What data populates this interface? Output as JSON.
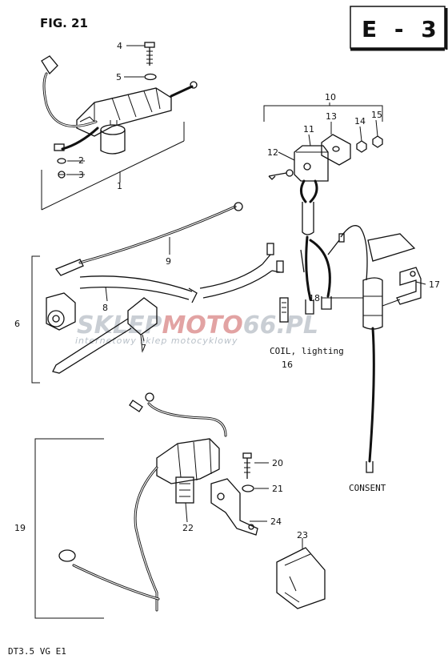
{
  "figure": {
    "title": "FIG. 21",
    "section": "E - 3"
  },
  "footer": {
    "model": "DT3.5 VG E1"
  },
  "captions": {
    "coil": "COIL, lighting",
    "consent": "CONSENT"
  },
  "watermark": {
    "brand_grey_a": "SKLEP",
    "brand_red": "MOTO",
    "brand_grey_b": "66",
    "brand_suffix": ".PL",
    "tagline": "internetowy sklep motocyklowy",
    "colors": {
      "grey": "#c9ced4",
      "red": "#e2a3a3"
    }
  },
  "labels": {
    "p1": "1",
    "p2": "2",
    "p3": "3",
    "p4": "4",
    "p5": "5",
    "p6": "6",
    "p7": "7",
    "p8": "8",
    "p9": "9",
    "p10": "10",
    "p11": "11",
    "p12": "12",
    "p13": "13",
    "p14": "14",
    "p15": "15",
    "p16": "16",
    "p17": "17",
    "p18": "18",
    "p19": "19",
    "p20": "20",
    "p21": "21",
    "p22": "22",
    "p23": "23",
    "p24": "24"
  }
}
